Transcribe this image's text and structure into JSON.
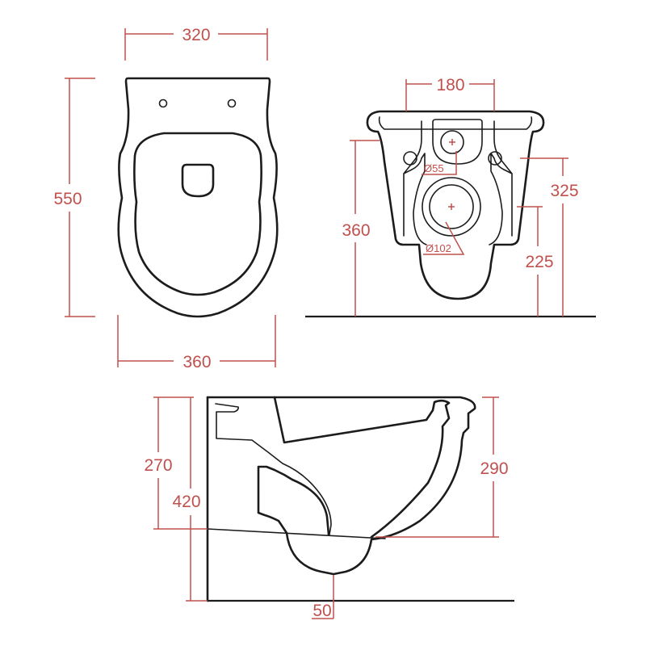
{
  "colors": {
    "dimension": "#c0504d",
    "object": "#1c1c1c",
    "background": "#ffffff"
  },
  "top_view": {
    "width_top": "320",
    "width_bottom": "360",
    "length": "550"
  },
  "front_view": {
    "hole_spacing": "180",
    "outlet_small": "Ø55",
    "outlet_large": "Ø102",
    "height_total": "360",
    "height_upper_hole": "325",
    "height_lower_hole": "225"
  },
  "side_view": {
    "height_inner": "270",
    "height_total": "420",
    "height_rim": "290",
    "outlet_offset": "50"
  }
}
